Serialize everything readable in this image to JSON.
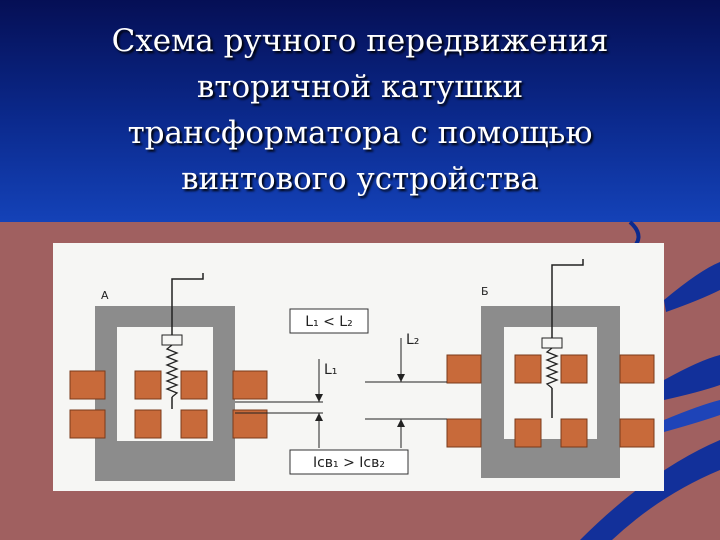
{
  "slide": {
    "title_lines": [
      "Схема ручного передвижения",
      "вторичной катушки",
      "трансформатора с помощью",
      "винтового устройства"
    ]
  },
  "diagram": {
    "label_a": "А",
    "label_b": "Б",
    "l1": "L₁",
    "l2": "L₂",
    "box_top": "L₁ < L₂",
    "box_bottom": "Iсв₁ > Iсв₂"
  },
  "colors": {
    "core": "#8c8c8c",
    "coil": "#c86a3a",
    "background": "#a06060",
    "title_band": "#0b2a8e"
  }
}
